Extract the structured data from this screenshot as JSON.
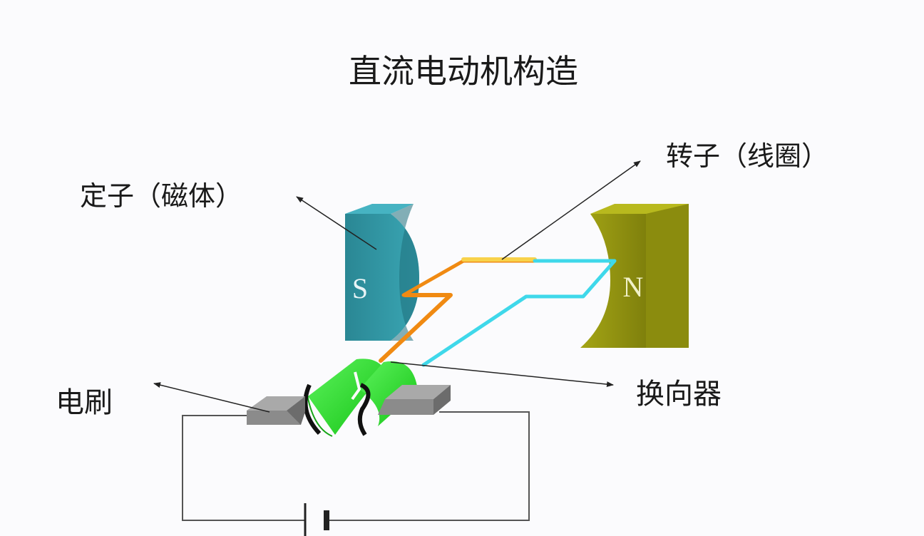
{
  "title": "直流电动机构造",
  "labels": {
    "stator": "定子（磁体）",
    "rotor": "转子（线圈）",
    "brush": "电刷",
    "commutator": "换向器"
  },
  "poles": {
    "south": "S",
    "north": "N"
  },
  "colors": {
    "south_magnet": "#2d8f9c",
    "north_magnet": "#8d8e10",
    "coil_orange": "#f08a12",
    "coil_yellow": "#f8d24a",
    "coil_cyan": "#3fd8ea",
    "commutator": "#2fe12f",
    "brush": "#8b8b8b",
    "wire": "#555555"
  }
}
